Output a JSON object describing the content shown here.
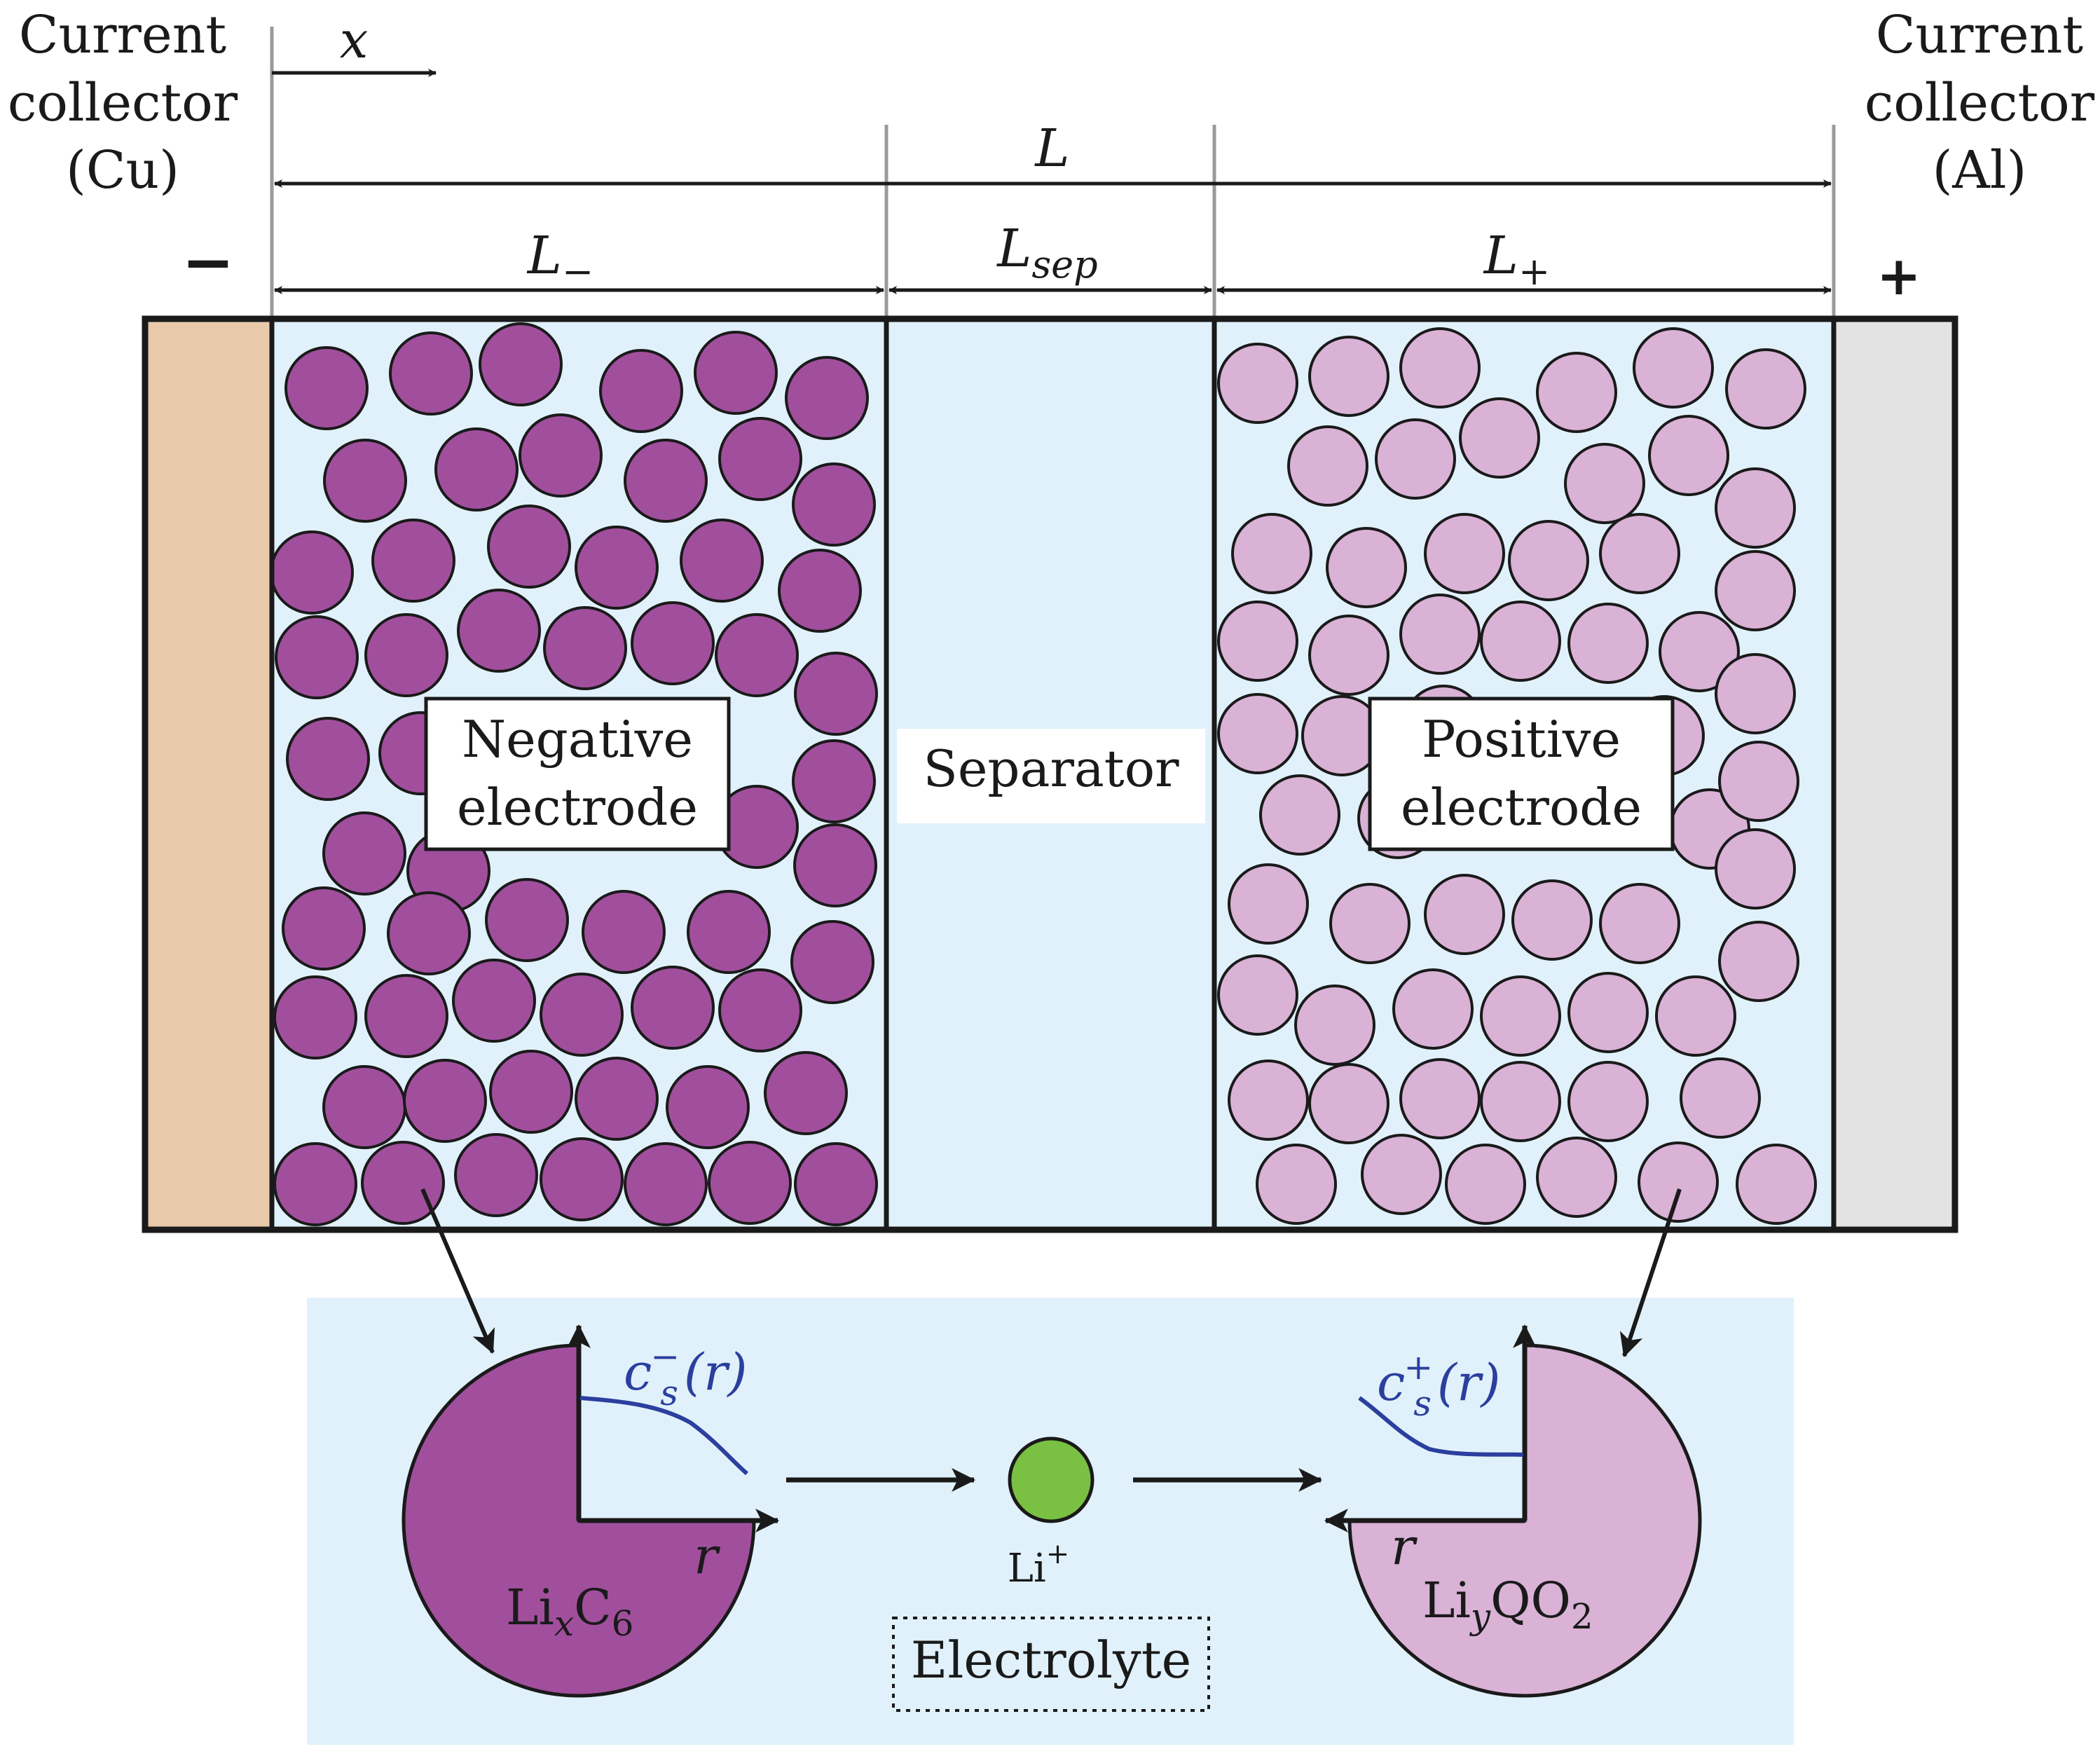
{
  "labels": {
    "cu_collector": [
      "Current",
      "collector",
      "(Cu)"
    ],
    "al_collector": [
      "Current",
      "collector",
      "(Al)"
    ],
    "x_axis": "x",
    "L_total": "L",
    "L_neg": {
      "base": "L",
      "sub": "−"
    },
    "L_sep": {
      "base": "L",
      "sub": "sep"
    },
    "L_pos": {
      "base": "L",
      "sub": "+"
    },
    "minus_sign": "−",
    "plus_sign": "+",
    "negative_electrode": [
      "Negative",
      "electrode"
    ],
    "separator": "Separator",
    "positive_electrode": [
      "Positive",
      "electrode"
    ],
    "cs_neg": {
      "base": "c",
      "sub": "s",
      "sup": "−",
      "arg": "(r)"
    },
    "cs_pos": {
      "base": "c",
      "sub": "s",
      "sup": "+",
      "arg": "(r)"
    },
    "r_neg": "r",
    "r_pos": "r",
    "li_ion": {
      "base": "Li",
      "sup": "+"
    },
    "electrolyte": "Electrolyte",
    "neg_material": {
      "a": "Li",
      "sub1": "x",
      "b": "C",
      "sub2": "6"
    },
    "pos_material": {
      "a": "Li",
      "sub1": "y",
      "b": "QO",
      "sub2": "2"
    }
  },
  "colors": {
    "cu": "#e8c9aa",
    "al": "#e3e3e3",
    "electrolyte": "#e1f1fb",
    "neg_particle": "#a14f9d",
    "pos_particle": "#d9b2d6",
    "li_ion": "#7ac143",
    "curve": "#2b3f9e",
    "outline": "#1a1a1a"
  }
}
